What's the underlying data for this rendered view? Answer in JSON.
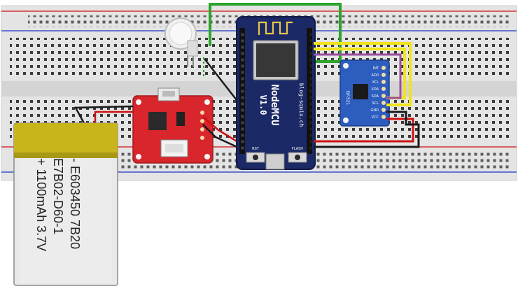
{
  "battery": {
    "line1": "- E603450 7B20",
    "line2": "E7B02-D60-1",
    "line3": "+ 1100mAh 3.7V"
  },
  "nodemcu": {
    "title": "NodeMCU",
    "version": "V1.0",
    "website": "blog-squix.ch",
    "rst_label": "RST",
    "flash_label": "FLASH"
  },
  "imu": {
    "model": "GY-521",
    "pins": [
      "VCC",
      "GND",
      "SCL",
      "SDA",
      "XDA",
      "XCL",
      "AD0",
      "INT"
    ]
  },
  "colors": {
    "breadboard": "#e6e6e6",
    "rail_red": "#d43333",
    "rail_blue": "#3a52c8",
    "nodemcu": "#1b2a66",
    "charger": "#d8262c",
    "imu": "#2d5dbf",
    "wire_green": "#2aa52a",
    "wire_yellow": "#f0e41c",
    "wire_purple": "#9a4fa0",
    "wire_red": "#cc1111",
    "wire_black": "#1a1a1a",
    "battery_body": "#e9e9e9",
    "battery_band": "#c8b51c"
  }
}
